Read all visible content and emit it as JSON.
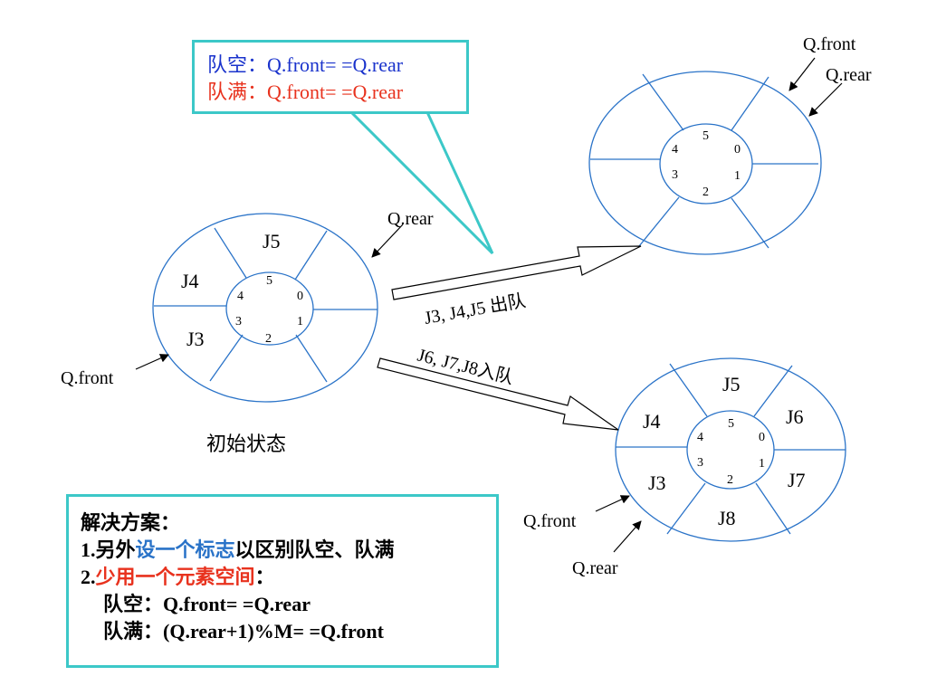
{
  "callout": {
    "empty_label": "队空：",
    "empty_formula": "Q.front= =Q.rear",
    "full_label": "队满：",
    "full_formula": "Q.front= =Q.rear"
  },
  "initial": {
    "segments": [
      "J5",
      "J4",
      "J3"
    ],
    "indices": [
      "5",
      "4",
      "0",
      "3",
      "1",
      "2"
    ],
    "rear_pointer": "Q.rear",
    "front_pointer": "Q.front",
    "caption": "初始状态"
  },
  "empty_state": {
    "indices": [
      "5",
      "4",
      "0",
      "3",
      "1",
      "2"
    ],
    "front_pointer": "Q.front",
    "rear_pointer": "Q.rear"
  },
  "full_state": {
    "segments": [
      "J5",
      "J6",
      "J4",
      "J3",
      "J7",
      "J8"
    ],
    "indices": [
      "5",
      "4",
      "0",
      "3",
      "1",
      "2"
    ],
    "front_pointer": "Q.front",
    "rear_pointer": "Q.rear"
  },
  "arrows": {
    "dequeue_label": "J3, J4,J5 出队",
    "enqueue_label": "J6, J7,J8入队"
  },
  "solution": {
    "title": "解决方案：",
    "item1_num": "1.",
    "item1_a": "另外",
    "item1_b": "设一个标志",
    "item1_c": "以区别队空、队满",
    "item2_num": "2.",
    "item2_a": "少用一个元素空间",
    "item2_b": "：",
    "empty_label": "队空：",
    "empty_formula": "Q.front= =Q.rear",
    "full_label": "队满：",
    "full_formula": "(Q.rear+1)%M= =Q.front"
  },
  "colors": {
    "ring": "#2a73c8",
    "box_border": "#3cc8c8",
    "blue_text": "#1a33cc",
    "red_text": "#e8321e",
    "highlight_blue": "#2a73c8",
    "highlight_red": "#e8321e"
  }
}
